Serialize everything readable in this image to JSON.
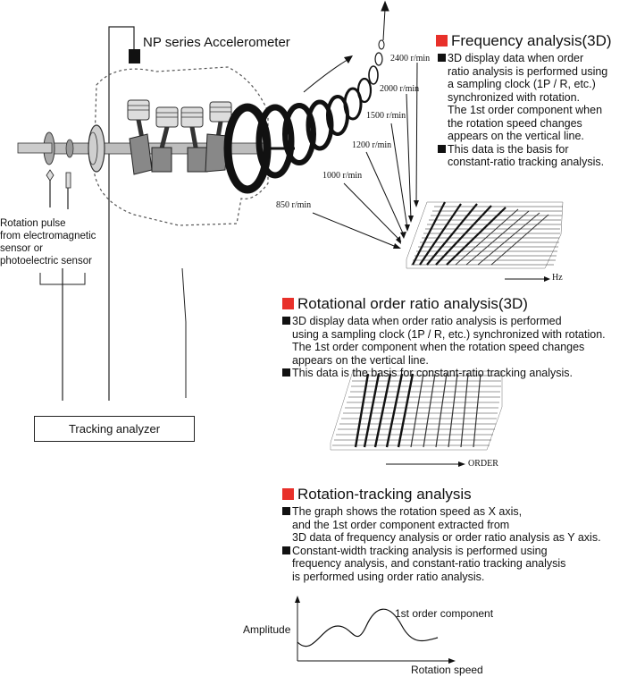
{
  "accelerometer_label": "NP series Accelerometer",
  "sensor_label": [
    "Rotation pulse",
    "from electromagnetic",
    "sensor or",
    "photoelectric sensor"
  ],
  "tracking_box": "Tracking analyzer",
  "rpm_labels": [
    "2400 r/min",
    "2000 r/min",
    "1500 r/min",
    "1200 r/min",
    "1000 r/min",
    "850 r/min"
  ],
  "frequency": {
    "title": "Frequency analysis(3D)",
    "lines": [
      "3D display data when order",
      "ratio analysis is performed using",
      "a sampling clock (1P / R, etc.)",
      "synchronized with rotation.",
      "The 1st order component when",
      "the rotation speed changes",
      "appears on the vertical line.",
      "This data is the basis for",
      "constant-ratio tracking analysis."
    ],
    "axis_label": "Hz"
  },
  "order": {
    "title": "Rotational order ratio analysis(3D)",
    "lines": [
      "3D display data when order ratio analysis is performed",
      "using  a sampling clock (1P / R, etc.) synchronized with rotation.",
      "The 1st order component when the rotation speed changes",
      "appears on the vertical line.",
      "This data is the basis for constant-ratio tracking analysis."
    ],
    "axis_label": "ORDER"
  },
  "tracking": {
    "title": "Rotation-tracking analysis",
    "lines": [
      "The graph shows the rotation speed as X axis,",
      "and the 1st order component extracted from",
      "3D data of frequency analysis or order ratio analysis as Y axis.",
      "Constant-width tracking analysis is performed using",
      "frequency analysis, and constant-ratio tracking analysis",
      "is performed using order ratio analysis."
    ],
    "y_label": "Amplitude",
    "x_label": "Rotation speed",
    "curve_label": "1st order component"
  }
}
